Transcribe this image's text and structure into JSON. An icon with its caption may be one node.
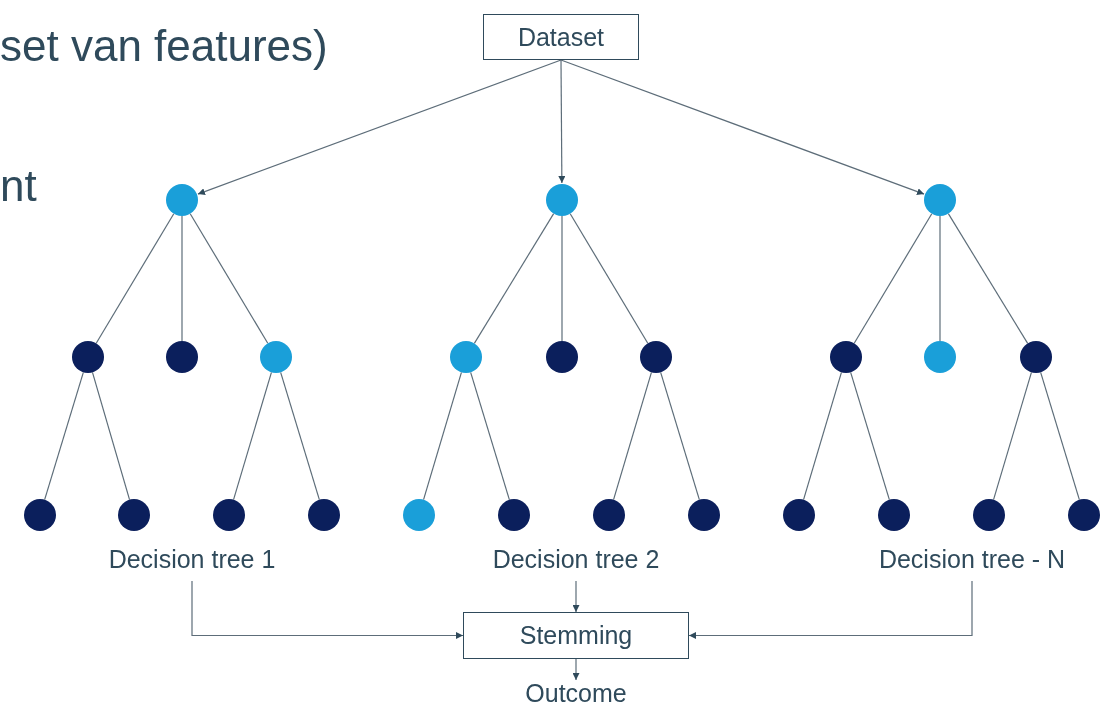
{
  "diagram": {
    "nodes": [
      {
        "text": [
          "Dataset"
        ]
      },
      {
        "text": [],
        "shape": "circle"
      },
      {
        "text": [],
        "shape": "circle"
      },
      {
        "text": [],
        "shape": "circle"
      },
      {
        "text": [],
        "shape": "circle"
      },
      {
        "text": [],
        "shape": "circle"
      },
      {
        "text": [],
        "shape": "circle"
      },
      {
        "text": [],
        "shape": "circle"
      },
      {
        "text": [],
        "shape": "circle"
      },
      {
        "text": [],
        "shape": "circle"
      },
      {
        "text": [],
        "shape": "circle"
      },
      {
        "text": [],
        "shape": "circle"
      },
      {
        "text": [],
        "shape": "circle"
      },
      {
        "text": [],
        "shape": "circle"
      },
      {
        "text": [],
        "shape": "circle"
      },
      {
        "text": [],
        "shape": "circle"
      },
      {
        "text": [],
        "shape": "circle"
      },
      {
        "text": [],
        "shape": "circle"
      },
      {
        "text": [],
        "shape": "circle"
      },
      {
        "text": [],
        "shape": "circle"
      },
      {
        "text": [],
        "shape": "circle"
      },
      {
        "text": [],
        "shape": "circle"
      },
      {
        "text": [],
        "shape": "circle"
      },
      {
        "text": [],
        "shape": "circle"
      },
      {
        "text": [],
        "shape": "circle"
      },
      {
        "text": [
          "Decision tree 1"
        ]
      },
      {
        "text": [
          "Decision tree 2"
        ]
      },
      {
        "text": [
          "Decision tree - N"
        ]
      },
      {
        "text": [
          "Stemming"
        ]
      },
      {
        "text": [
          "Outcome"
        ]
      }
    ],
    "edges": [
      {
        "from": 0,
        "to": 1,
        "arrow": "to"
      },
      {
        "from": 0,
        "to": 2,
        "arrow": "to"
      },
      {
        "from": 0,
        "to": 3,
        "arrow": "to"
      },
      {
        "from": 1,
        "to": 4,
        "arrow": "none"
      },
      {
        "from": 1,
        "to": 5,
        "arrow": "none"
      },
      {
        "from": 1,
        "to": 6,
        "arrow": "none"
      },
      {
        "from": 2,
        "to": 7,
        "arrow": "none"
      },
      {
        "from": 2,
        "to": 8,
        "arrow": "none"
      },
      {
        "from": 2,
        "to": 9,
        "arrow": "none"
      },
      {
        "from": 3,
        "to": 10,
        "arrow": "none"
      },
      {
        "from": 3,
        "to": 11,
        "arrow": "none"
      },
      {
        "from": 3,
        "to": 12,
        "arrow": "none"
      },
      {
        "from": 4,
        "to": 13,
        "arrow": "none"
      },
      {
        "from": 4,
        "to": 14,
        "arrow": "none"
      },
      {
        "from": 6,
        "to": 15,
        "arrow": "none"
      },
      {
        "from": 6,
        "to": 16,
        "arrow": "none"
      },
      {
        "from": 7,
        "to": 17,
        "arrow": "none"
      },
      {
        "from": 7,
        "to": 18,
        "arrow": "none"
      },
      {
        "from": 9,
        "to": 19,
        "arrow": "none"
      },
      {
        "from": 9,
        "to": 20,
        "arrow": "none"
      },
      {
        "from": 10,
        "to": 21,
        "arrow": "none"
      },
      {
        "from": 10,
        "to": 22,
        "arrow": "none"
      },
      {
        "from": 12,
        "to": 23,
        "arrow": "none"
      },
      {
        "from": 12,
        "to": 24,
        "arrow": "none"
      },
      {
        "from": 25,
        "to": 28,
        "arrow": "to"
      },
      {
        "from": 26,
        "to": 28,
        "arrow": "to"
      },
      {
        "from": 27,
        "to": 28,
        "arrow": "to"
      },
      {
        "from": 28,
        "to": 29,
        "arrow": "to"
      }
    ],
    "labels": [
      "set van features)",
      "nt"
    ]
  }
}
